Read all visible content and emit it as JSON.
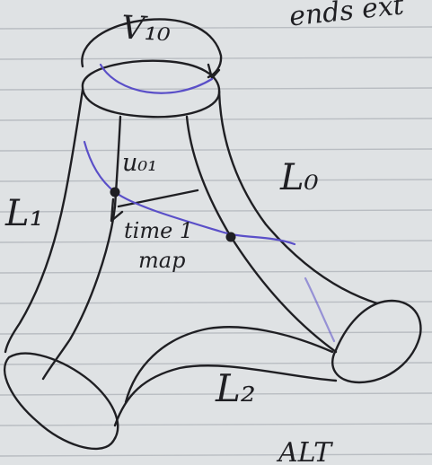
{
  "labels": {
    "v10": "V₁₀",
    "ends_ext": "ends ext",
    "u01": "u₀₁",
    "l0": "L₀",
    "l1": "L₁",
    "time1": "time 1",
    "map": "map",
    "l2": "L₂",
    "alt": "ALT"
  },
  "colors": {
    "ink": "#1f1f23",
    "purple_ink": "#5a4fc8",
    "paper": "#dfe2e4",
    "rule_line": "#b9bdc2"
  }
}
